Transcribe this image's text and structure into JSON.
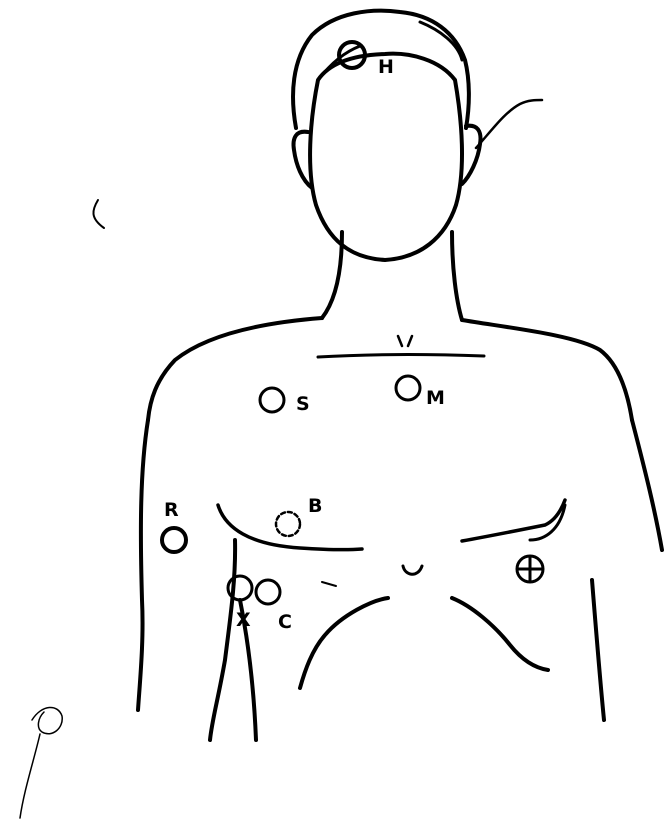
{
  "figure": {
    "colors": {
      "ink": "#000000",
      "paper": "#ffffff"
    },
    "markers": [
      {
        "id": "H",
        "label": "H",
        "style": "solid"
      },
      {
        "id": "S",
        "label": "S",
        "style": "solid"
      },
      {
        "id": "M",
        "label": "M",
        "style": "solid"
      },
      {
        "id": "B",
        "label": "B",
        "style": "dashed"
      },
      {
        "id": "R",
        "label": "R",
        "style": "solid"
      },
      {
        "id": "X",
        "label": "X",
        "style": "solid"
      },
      {
        "id": "C",
        "label": "C",
        "style": "solid"
      },
      {
        "id": "ground",
        "label": "",
        "style": "crosshair",
        "icon": "circled-plus-icon"
      }
    ]
  }
}
